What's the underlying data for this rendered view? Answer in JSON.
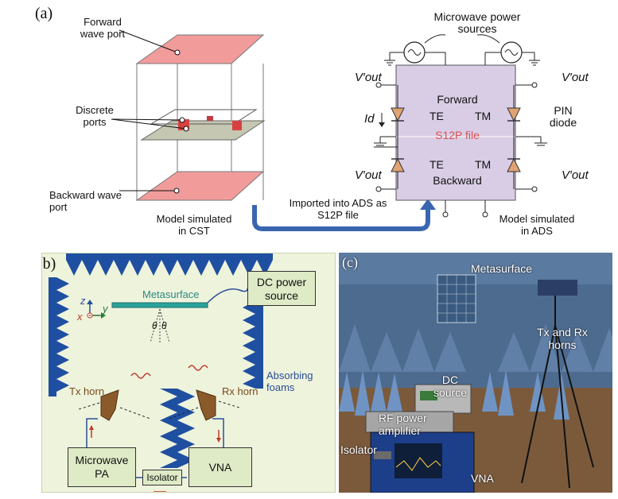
{
  "panel_a": {
    "letter": "(a)",
    "cst": {
      "forward_port": [
        "Forward",
        "wave port"
      ],
      "discrete_ports": [
        "Discrete",
        "ports"
      ],
      "backward_port": [
        "Backward wave",
        "port"
      ],
      "model": [
        "Model simulated",
        "in CST"
      ]
    },
    "arrow_label": [
      "Imported into ADS as",
      "S12P file"
    ],
    "ads": {
      "power_sources": [
        "Microwave power",
        "sources"
      ],
      "vout": "V′out",
      "id": "Id",
      "forward": "Forward",
      "te": "TE",
      "tm": "TM",
      "s12p": "S12P file",
      "backward": "Backward",
      "pin": [
        "PIN",
        "diode"
      ],
      "model": [
        "Model simulated",
        "in ADS"
      ]
    }
  },
  "panel_b": {
    "letter": "(b)",
    "metasurface": "Metasurface",
    "dc": [
      "DC power",
      "source"
    ],
    "axes": {
      "z": "z",
      "y": "y",
      "x": "x"
    },
    "theta": "θ",
    "absorbing": [
      "Absorbing",
      "foams"
    ],
    "tx_horn": "Tx horn",
    "rx_horn": "Rx horn",
    "pa": [
      "Microwave",
      "PA"
    ],
    "isolator": "Isolator",
    "vna": "VNA"
  },
  "panel_c": {
    "letter": "(c)",
    "metasurface": "Metasurface",
    "horns": [
      "Tx and Rx",
      "horns"
    ],
    "dc": [
      "DC",
      "source"
    ],
    "rf": [
      "RF power",
      "amplifier"
    ],
    "isolator": "Isolator",
    "vna": "VNA"
  },
  "colors": {
    "panel_b_bg": "#eef3dc",
    "absorber": "#1f4fa0",
    "port_pink": "#f29b9b",
    "ads_box": "#d9cde6",
    "diode": "#e0a371",
    "arrow_blue": "#3a66b0",
    "s12p_red": "#d9534f"
  }
}
